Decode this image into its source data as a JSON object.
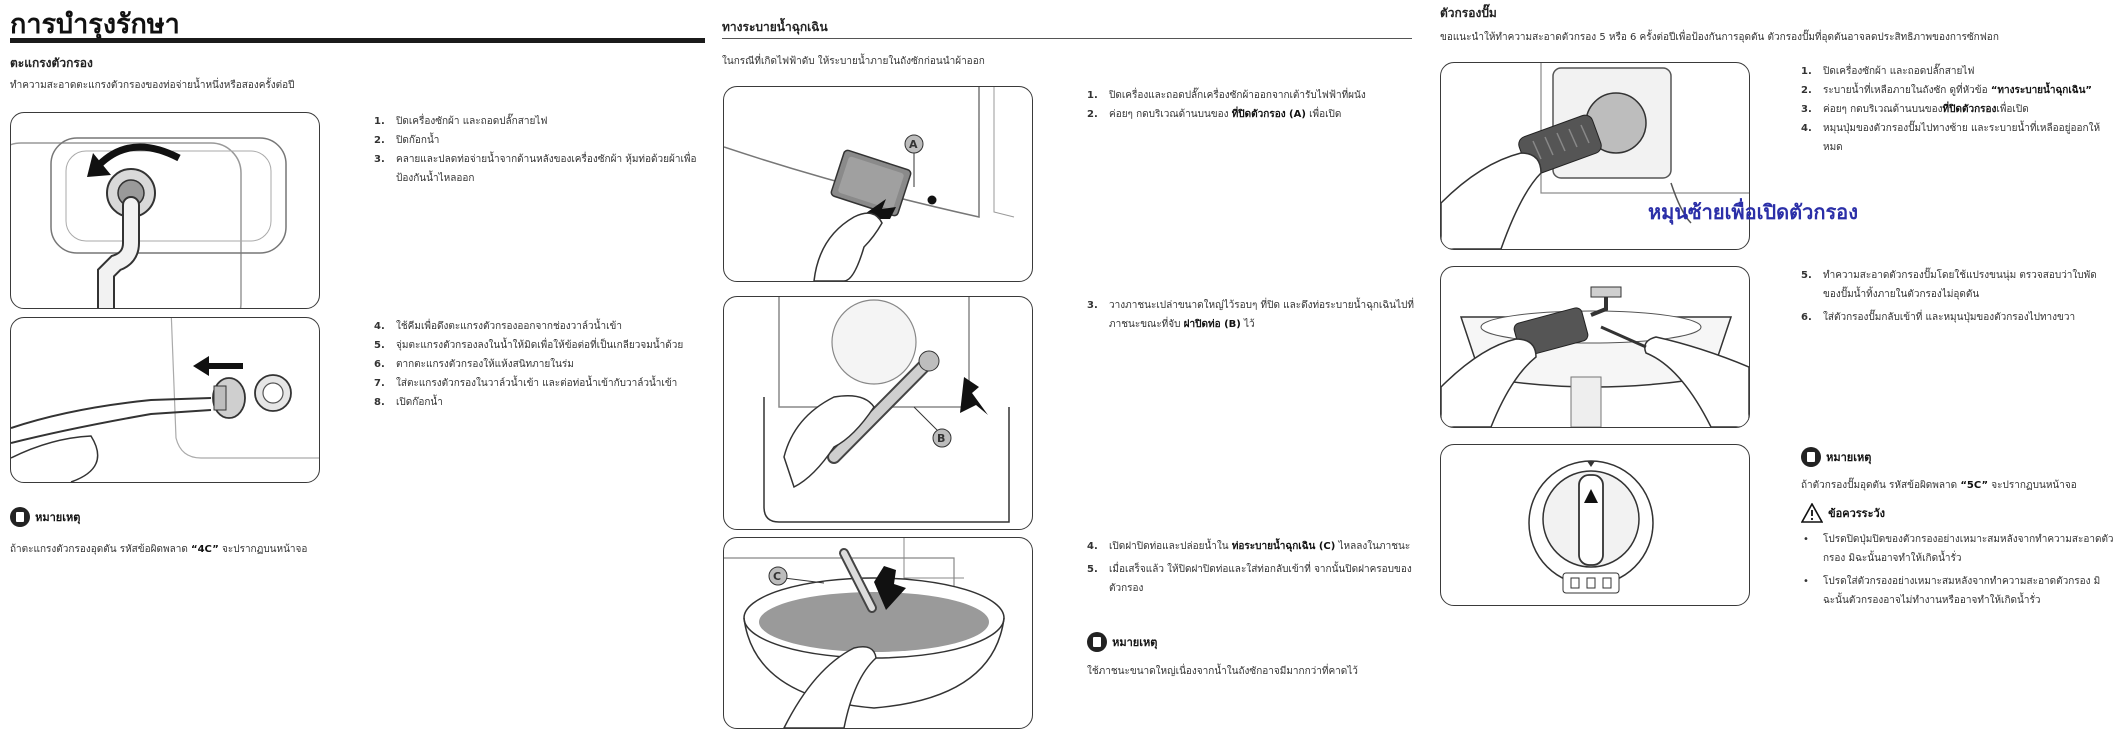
{
  "page_title": "การบำรุงรักษา",
  "col1": {
    "heading": "ตะแกรงตัวกรอง",
    "intro": "ทำความสะอาดตะแกรงตัวกรองของท่อจ่ายน้ำหนึ่งหรือสองครั้งต่อปี",
    "steps_a": [
      {
        "num": "1.",
        "text": "ปิดเครื่องซักผ้า และถอดปลั๊กสายไฟ"
      },
      {
        "num": "2.",
        "text": "ปิดก๊อกน้ำ"
      },
      {
        "num": "3.",
        "text": "คลายและปลดท่อจ่ายน้ำจากด้านหลังของเครื่องซักผ้า หุ้มท่อด้วยผ้าเพื่อป้องกันน้ำไหลออก"
      }
    ],
    "steps_b": [
      {
        "num": "4.",
        "text": "ใช้คีมเพื่อดึงตะแกรงตัวกรองออกจากช่องวาล์วน้ำเข้า"
      },
      {
        "num": "5.",
        "text": "จุ่มตะแกรงตัวกรองลงในน้ำให้มิดเพื่อให้ข้อต่อที่เป็นเกลียวจมน้ำด้วย"
      },
      {
        "num": "6.",
        "text": "ตากตะแกรงตัวกรองให้แห้งสนิทภายในร่ม"
      },
      {
        "num": "7.",
        "text": "ใส่ตะแกรงตัวกรองในวาล์วน้ำเข้า และต่อท่อน้ำเข้ากับวาล์วน้ำเข้า"
      },
      {
        "num": "8.",
        "text": "เปิดก๊อกน้ำ"
      }
    ],
    "note_title": "หมายเหตุ",
    "note_text_pre": "ถ้าตะแกรงตัวกรองอุดตัน รหัสข้อผิดพลาด ",
    "note_code": "“4C”",
    "note_text_post": " จะปรากฏบนหน้าจอ"
  },
  "col2": {
    "heading": "ทางระบายน้ำฉุกเฉิน",
    "intro": "ในกรณีที่เกิดไฟฟ้าดับ ให้ระบายน้ำภายในถังซักก่อนนำผ้าออก",
    "step1": {
      "num": "1.",
      "text": "ปิดเครื่องและถอดปลั๊กเครื่องซักผ้าออกจากเต้ารับไฟฟ้าที่ผนัง"
    },
    "step2": {
      "num": "2.",
      "pre": "ค่อยๆ กดบริเวณด้านบนของ ",
      "bold": "ที่ปิดตัวกรอง (A)",
      "post": " เพื่อเปิด"
    },
    "step3": {
      "num": "3.",
      "pre": "วางภาชนะเปล่าขนาดใหญ่ไว้รอบๆ ที่ปิด และดึงท่อระบายน้ำฉุกเฉินไปที่ภาชนะขณะที่จับ ",
      "bold": "ฝาปิดท่อ (B)",
      "post": " ไว้"
    },
    "step4": {
      "num": "4.",
      "pre": "เปิดฝาปิดท่อและปล่อยน้ำใน ",
      "bold": "ท่อระบายน้ำฉุกเฉิน (C)",
      "post": " ไหลลงในภาชนะ"
    },
    "step5": {
      "num": "5.",
      "text": "เมื่อเสร็จแล้ว ให้ปิดฝาปิดท่อและใส่ท่อกลับเข้าที่ จากนั้นปิดฝาครอบของตัวกรอง"
    },
    "note_title": "หมายเหตุ",
    "note_text": "ใช้ภาชนะขนาดใหญ่เนื่องจากน้ำในถังซักอาจมีมากกว่าที่คาดไว้",
    "callouts": [
      "A",
      "B",
      "C"
    ]
  },
  "col3": {
    "heading": "ตัวกรองปั๊ม",
    "intro": "ขอแนะนำให้ทำความสะอาดตัวกรอง 5 หรือ 6 ครั้งต่อปีเพื่อป้องกันการอุดตัน ตัวกรองปั๊มที่อุดตันอาจลดประสิทธิภาพของการซักฟอก",
    "step1": {
      "num": "1.",
      "text": "ปิดเครื่องซักผ้า และถอดปลั๊กสายไฟ"
    },
    "step2": {
      "num": "2.",
      "pre": "ระบายน้ำที่เหลือภายในถังซัก ดูที่หัวข้อ ",
      "bold": "“ทางระบายน้ำฉุกเฉิน”"
    },
    "step3": {
      "num": "3.",
      "pre": "ค่อยๆ กดบริเวณด้านบนของ",
      "bold": "ที่ปิดตัวกรอง",
      "post": "เพื่อเปิด"
    },
    "step4": {
      "num": "4.",
      "text": "หมุนปุ่มของตัวกรองปั๊มไปทางซ้าย และระบายน้ำที่เหลืออยู่ออกให้หมด"
    },
    "overlay_text": "หมุนซ้ายเพื่อเปิดตัวกรอง",
    "step5": {
      "num": "5.",
      "text": "ทำความสะอาดตัวกรองปั๊มโดยใช้แปรงขนนุ่ม ตรวจสอบว่าใบพัดของปั๊มน้ำทิ้งภายในตัวกรองไม่อุดตัน"
    },
    "step6": {
      "num": "6.",
      "text": "ใส่ตัวกรองปั๊มกลับเข้าที่ และหมุนปุ่มของตัวกรองไปทางขวา"
    },
    "note_title": "หมายเหตุ",
    "note_text_pre": "ถ้าตัวกรองปั๊มอุดตัน รหัสข้อผิดพลาด ",
    "note_code": "“5C”",
    "note_text_post": " จะปรากฏบนหน้าจอ",
    "caution_title": "ข้อควรระวัง",
    "cautions": [
      "โปรดปิดปุ่มปิดของตัวกรองอย่างเหมาะสมหลังจากทำความสะอาดตัวกรอง มิฉะนั้นอาจทำให้เกิดน้ำรั่ว",
      "โปรดใส่ตัวกรองอย่างเหมาะสมหลังจากทำความสะอาดตัวกรอง มิฉะนั้นตัวกรองอาจไม่ทำงานหรืออาจทำให้เกิดน้ำรั่ว"
    ]
  }
}
